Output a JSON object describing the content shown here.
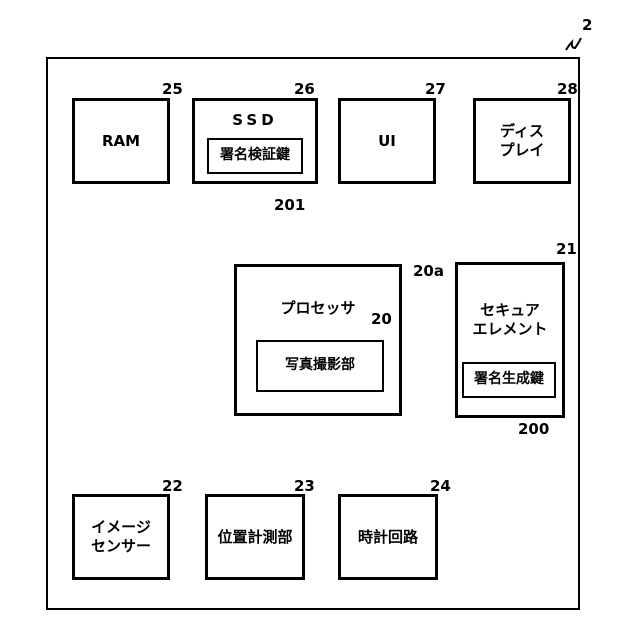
{
  "device_ref": "2",
  "blocks": {
    "ram": {
      "text": "RAM",
      "ref": "25"
    },
    "ssd": {
      "text": "SSD",
      "ref": "26"
    },
    "ssd_key": {
      "text": "署名検証鍵",
      "ref": "201"
    },
    "ui": {
      "text": "UI",
      "ref": "27"
    },
    "display": {
      "text": "ディス\nプレイ",
      "ref": "28"
    },
    "processor": {
      "text": "プロセッサ",
      "ref": "20a"
    },
    "photo": {
      "text": "写真撮影部",
      "ref": "20"
    },
    "secure": {
      "text": "セキュア\nエレメント",
      "ref": "21"
    },
    "secure_key": {
      "text": "署名生成鍵",
      "ref": "200"
    },
    "image_sensor": {
      "text": "イメージ\nセンサー",
      "ref": "22"
    },
    "position": {
      "text": "位置計測部",
      "ref": "23"
    },
    "clock": {
      "text": "時計回路",
      "ref": "24"
    }
  }
}
